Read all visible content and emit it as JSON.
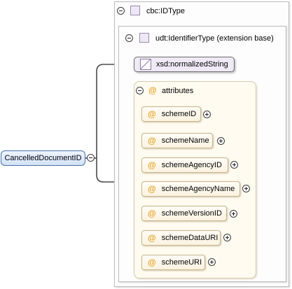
{
  "root": {
    "label": "CancelledDocumentID"
  },
  "type_box": {
    "label": "cbc:IDType"
  },
  "base_type_box": {
    "label": "udt:IdentifierType (extension base)"
  },
  "simple_content": {
    "label": "xsd:normalizedString"
  },
  "attributes_group": {
    "label": "attributes"
  },
  "attributes": [
    {
      "label": "schemeID"
    },
    {
      "label": "schemeName"
    },
    {
      "label": "schemeAgencyID"
    },
    {
      "label": "schemeAgencyName"
    },
    {
      "label": "schemeVersionID"
    },
    {
      "label": "schemeDataURI"
    },
    {
      "label": "schemeURI"
    }
  ],
  "icons": {
    "attribute_marker": "@",
    "collapse": "minus-circle-icon",
    "expand": "plus-circle-icon",
    "type": "type-square-icon",
    "simple_type": "simple-type-icon"
  },
  "colors": {
    "attribute_marker": "#e6a11e",
    "root_border": "#4a72a8",
    "attribute_fill": "#fffbf0",
    "connector": "#4a4a4a"
  }
}
